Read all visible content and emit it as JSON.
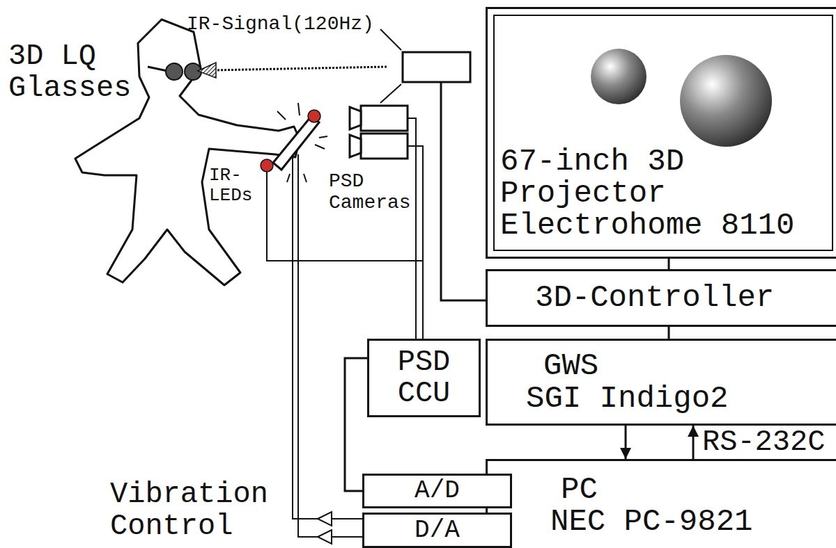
{
  "diagram": {
    "nodes": [
      {
        "text": [
          "67-inch 3D Projector Electrohome 8110"
        ]
      },
      {
        "text": [
          "3D-Controller"
        ]
      },
      {
        "text": [
          "PSD CCU"
        ]
      },
      {
        "text": [
          "GWS",
          "SGI Indigo2"
        ]
      },
      {
        "text": [
          "A/D"
        ]
      },
      {
        "text": [
          "PC",
          "NEC PC-9821"
        ]
      },
      {
        "text": [
          "D/A"
        ]
      }
    ],
    "edges": [
      {
        "from": 0,
        "to": 1,
        "arrow": "none"
      },
      {
        "from": 1,
        "to": 3,
        "arrow": "none"
      },
      {
        "from": 3,
        "to": 5,
        "arrow": "to"
      },
      {
        "from": 5,
        "to": 3,
        "label": "RS-232C",
        "arrow": "to"
      },
      {
        "from": 2,
        "to": 4,
        "arrow": "none"
      }
    ],
    "labels": [
      "3D LQ Glasses",
      "IR-Signal(120Hz)",
      "IR-LEDs",
      "PSD Cameras",
      "Vibration Control"
    ]
  }
}
